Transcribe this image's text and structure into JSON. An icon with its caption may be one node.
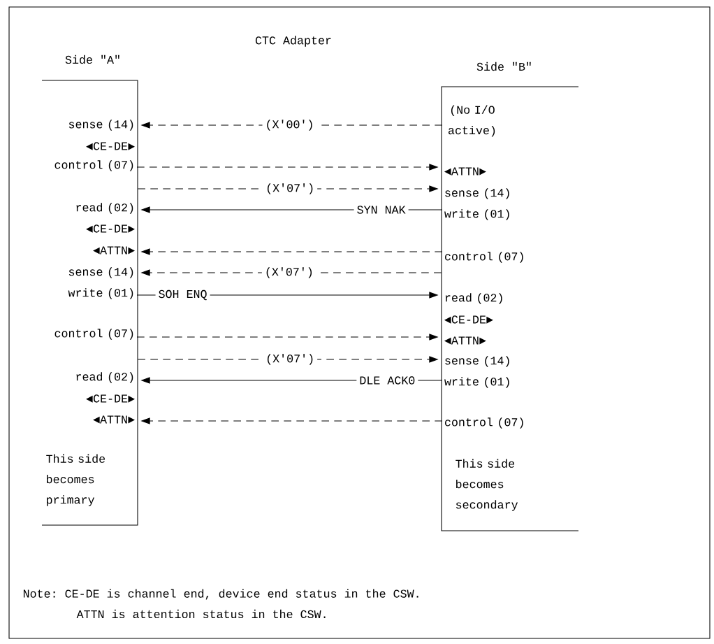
{
  "diagram": {
    "title": "CTC Adapter",
    "nodes": [
      {
        "text": [
          "Side \"A\"",
          "This side becomes primary"
        ]
      },
      {
        "text": [
          "Side \"B\"",
          "This side becomes secondary"
        ]
      },
      {
        "text": [
          "sense (14)"
        ],
        "in": 0
      },
      {
        "text": [
          "◄CE-DE►"
        ],
        "in": 0
      },
      {
        "text": [
          "control (07)"
        ],
        "in": 0
      },
      {
        "text": [
          "read (02)"
        ],
        "in": 0
      },
      {
        "text": [
          "◄CE-DE►"
        ],
        "in": 0
      },
      {
        "text": [
          "◄ATTN►"
        ],
        "in": 0
      },
      {
        "text": [
          "sense (14)"
        ],
        "in": 0
      },
      {
        "text": [
          "write (01)"
        ],
        "in": 0
      },
      {
        "text": [
          "control (07)"
        ],
        "in": 0
      },
      {
        "text": [
          "read (02)"
        ],
        "in": 0
      },
      {
        "text": [
          "◄CE-DE►"
        ],
        "in": 0
      },
      {
        "text": [
          "◄ATTN►"
        ],
        "in": 0
      },
      {
        "text": [
          "(No I/O active)"
        ],
        "in": 1
      },
      {
        "text": [
          "◄ATTN►"
        ],
        "in": 1
      },
      {
        "text": [
          "sense (14)"
        ],
        "in": 1
      },
      {
        "text": [
          "write (01)"
        ],
        "in": 1
      },
      {
        "text": [
          "control (07)"
        ],
        "in": 1
      },
      {
        "text": [
          "read (02)"
        ],
        "in": 1
      },
      {
        "text": [
          "◄CE-DE►"
        ],
        "in": 1
      },
      {
        "text": [
          "◄ATTN►"
        ],
        "in": 1
      },
      {
        "text": [
          "sense (14)"
        ],
        "in": 1
      },
      {
        "text": [
          "write (01)"
        ],
        "in": 1
      },
      {
        "text": [
          "control (07)"
        ],
        "in": 1
      }
    ],
    "edges": [
      {
        "from": 14,
        "to": 2,
        "arrow": "to",
        "label": "(X'00')",
        "style": "dashed"
      },
      {
        "from": 4,
        "to": 15,
        "arrow": "to",
        "style": "dashed"
      },
      {
        "from": 0,
        "to": 16,
        "arrow": "to",
        "label": "(X'07')",
        "style": "dashed"
      },
      {
        "from": 17,
        "to": 5,
        "arrow": "to",
        "label": "SYN NAK"
      },
      {
        "from": 18,
        "to": 7,
        "arrow": "to",
        "style": "dashed"
      },
      {
        "from": 1,
        "to": 8,
        "arrow": "to",
        "label": "(X'07')",
        "style": "dashed"
      },
      {
        "from": 9,
        "to": 19,
        "arrow": "to",
        "label": "SOH ENQ"
      },
      {
        "from": 10,
        "to": 21,
        "arrow": "to",
        "style": "dashed"
      },
      {
        "from": 0,
        "to": 22,
        "arrow": "to",
        "label": "(X'07')",
        "style": "dashed"
      },
      {
        "from": 23,
        "to": 11,
        "arrow": "to",
        "label": "DLE ACK0"
      },
      {
        "from": 24,
        "to": 13,
        "arrow": "to",
        "style": "dashed"
      }
    ],
    "labels": [
      "Note: CE-DE is channel end, device end status in the CSW.",
      "ATTN is attention status in the CSW."
    ]
  }
}
